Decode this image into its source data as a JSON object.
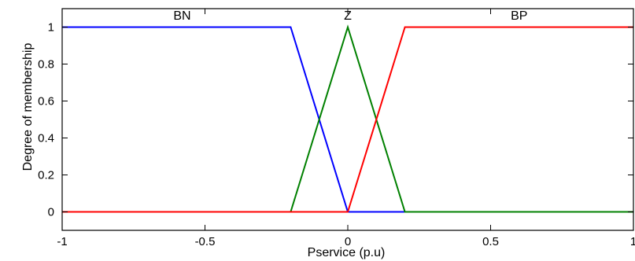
{
  "chart_data": {
    "type": "line",
    "xlabel": "Pservice (p.u)",
    "ylabel": "Degree of membership",
    "xlim": [
      -1,
      1
    ],
    "ylim": [
      -0.1,
      1.1
    ],
    "xticks": [
      -1,
      -0.5,
      0,
      0.5,
      1
    ],
    "xtick_labels": [
      "-1",
      "-0.5",
      "0",
      "0.5",
      "1"
    ],
    "yticks": [
      0,
      0.2,
      0.4,
      0.6,
      0.8,
      1
    ],
    "ytick_labels": [
      "0",
      "0.2",
      "0.4",
      "0.6",
      "0.8",
      "1"
    ],
    "grid": false,
    "series": [
      {
        "name": "BN",
        "color": "#0000ff",
        "label_x": -0.58,
        "label_y": 1.04,
        "x": [
          -1,
          -0.2,
          0,
          1
        ],
        "y": [
          1,
          1,
          0,
          0
        ]
      },
      {
        "name": "Z",
        "color": "#008000",
        "label_x": 0,
        "label_y": 1.04,
        "x": [
          -1,
          -0.2,
          0,
          0.2,
          1
        ],
        "y": [
          0,
          0,
          1,
          0,
          0
        ]
      },
      {
        "name": "BP",
        "color": "#ff0000",
        "label_x": 0.6,
        "label_y": 1.04,
        "x": [
          -1,
          0,
          0.2,
          1
        ],
        "y": [
          0,
          0,
          1,
          1
        ]
      }
    ]
  }
}
